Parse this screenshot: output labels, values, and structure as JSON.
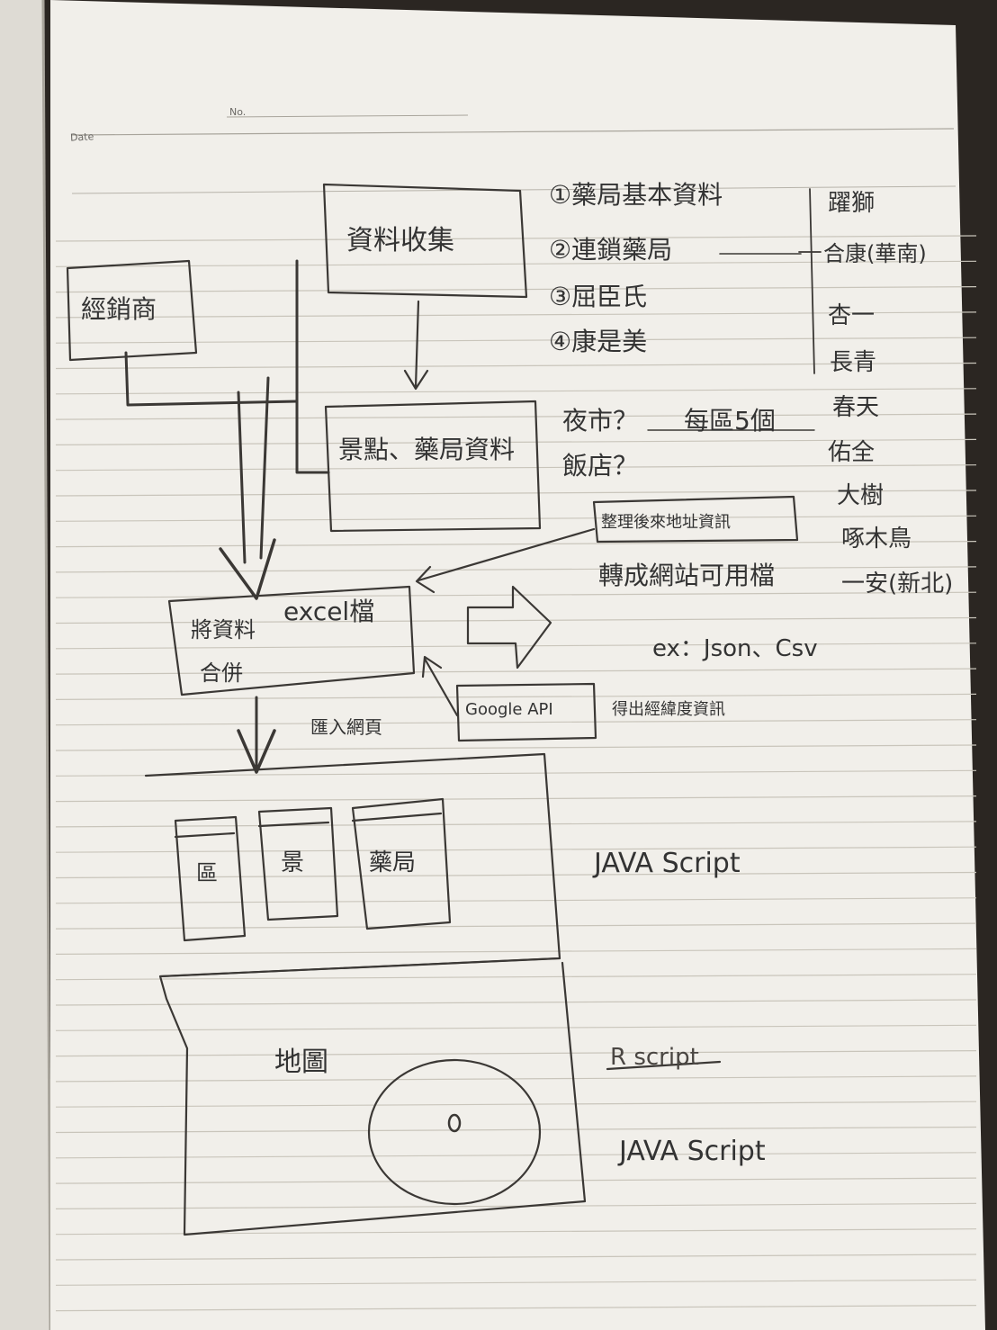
{
  "header": {
    "date_label": "Date",
    "no_label": "No."
  },
  "nodes": {
    "data_collection": "資料收集",
    "distributor": "經銷商",
    "districts": "景點、藥局資料",
    "address": "整理後來地址資訊",
    "merge_line1": "將資料",
    "merge_excel": "excel檔",
    "merge_line2": "合併",
    "google_api": "Google API",
    "web_district": "區",
    "web_attraction": "景",
    "web_pharmacy": "藥局",
    "map": "地圖"
  },
  "notes": {
    "sources": [
      "①藥局基本資料",
      "②連鎖藥局",
      "③屈臣氏",
      "④康是美"
    ],
    "chains": [
      "躍獅",
      "合康(華南)",
      "杏一",
      "長青",
      "春天",
      "佑全",
      "大樹",
      "啄木鳥",
      "一安(新北)"
    ],
    "night_market": "夜市？",
    "hotel": "飯店？",
    "per_district": "每區5個",
    "convert": "轉成網站可用檔",
    "example": "ex：Json、Csv",
    "lat_lng": "得出經緯度資訊",
    "import": "匯入網頁",
    "js_1": "JAVA Script",
    "js_crossed": "R script",
    "js_2": "JAVA Script"
  },
  "colors": {
    "paper": "#f1efea",
    "line": "#c7c3ba",
    "ink": "#3a3633",
    "background": "#2b2622"
  }
}
